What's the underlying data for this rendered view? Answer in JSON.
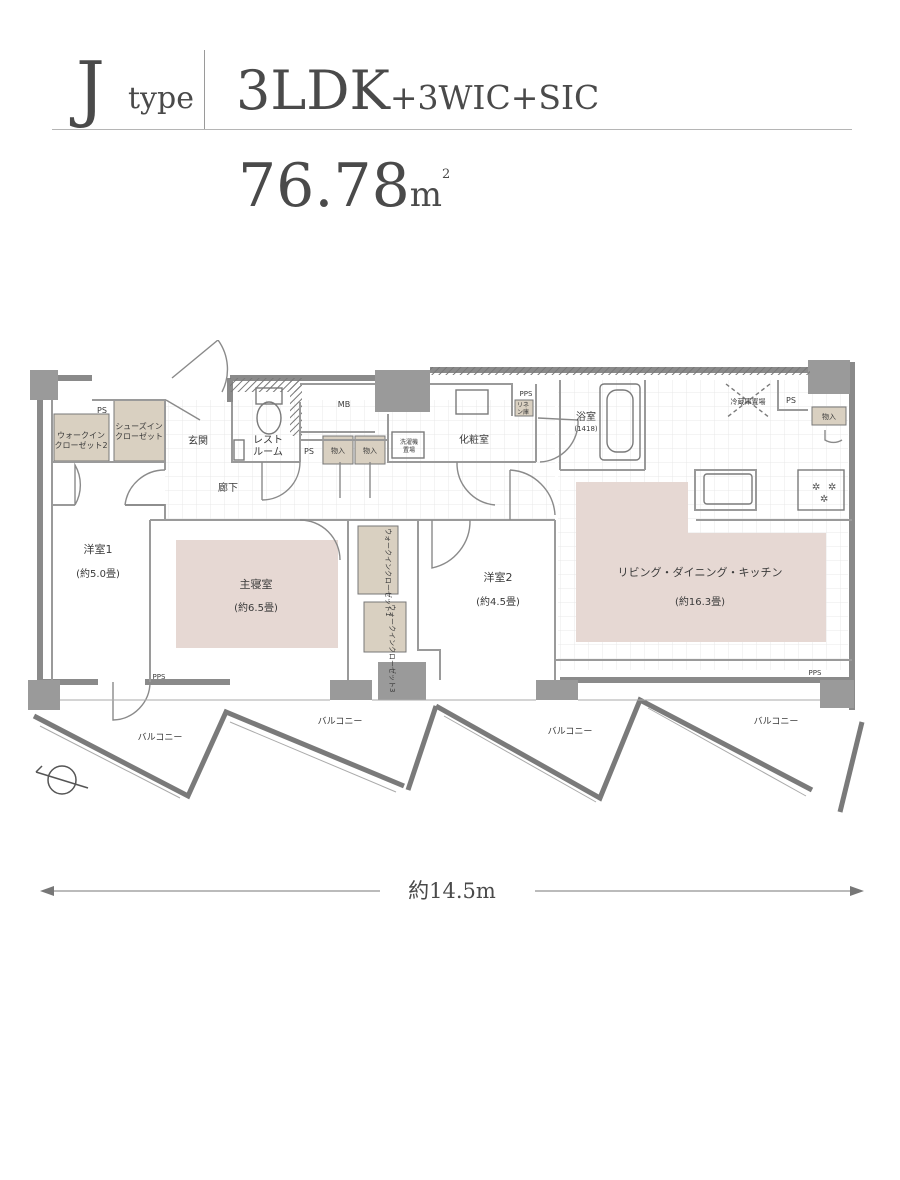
{
  "header": {
    "type_letter": "J",
    "type_word": "type",
    "plan_main": "3LDK",
    "plan_extra": "+3WIC+SIC",
    "area_value": "76.78",
    "area_unit": "m",
    "area_sup": "2"
  },
  "rooms": {
    "wic2_l1": "ウォークイン",
    "wic2_l2": "クローゼット2",
    "sic_l1": "シューズイン",
    "sic_l2": "クローゼット",
    "entrance": "玄関",
    "restroom_l1": "レスト",
    "restroom_l2": "ルーム",
    "mb": "MB",
    "powder": "化粧室",
    "bath": "浴室",
    "bath_size": "(1418)",
    "fridge": "冷蔵庫置場",
    "corridor": "廊下",
    "western1": "洋室1",
    "western1_size": "(約5.0畳)",
    "master": "主寝室",
    "master_size": "(約6.5畳)",
    "wic1": "ウォークインクローゼット1",
    "wic3": "ウォークインクローゼット3",
    "western2": "洋室2",
    "western2_size": "(約4.5畳)",
    "ldk": "リビング・ダイニング・キッチン",
    "ldk_size": "(約16.3畳)",
    "washer_l1": "洗濯機",
    "washer_l2": "置場",
    "storage_1": "物入",
    "storage_2": "物入",
    "storage_3": "物入",
    "ps_1": "PS",
    "ps_2": "PS",
    "ps_3": "PS",
    "pps_1": "PPS",
    "pps_2": "PPS",
    "pps_3": "PPS",
    "tank_l1": "リネ",
    "tank_l2": "ン庫"
  },
  "balcony_label": "バルコニー",
  "dimension": {
    "width_label": "約14.5m"
  },
  "colors": {
    "room_highlight": "#e6d8d3",
    "closet_fill": "#d9d0c1",
    "wall": "#8a8a8a",
    "text": "#4a4a4a"
  }
}
